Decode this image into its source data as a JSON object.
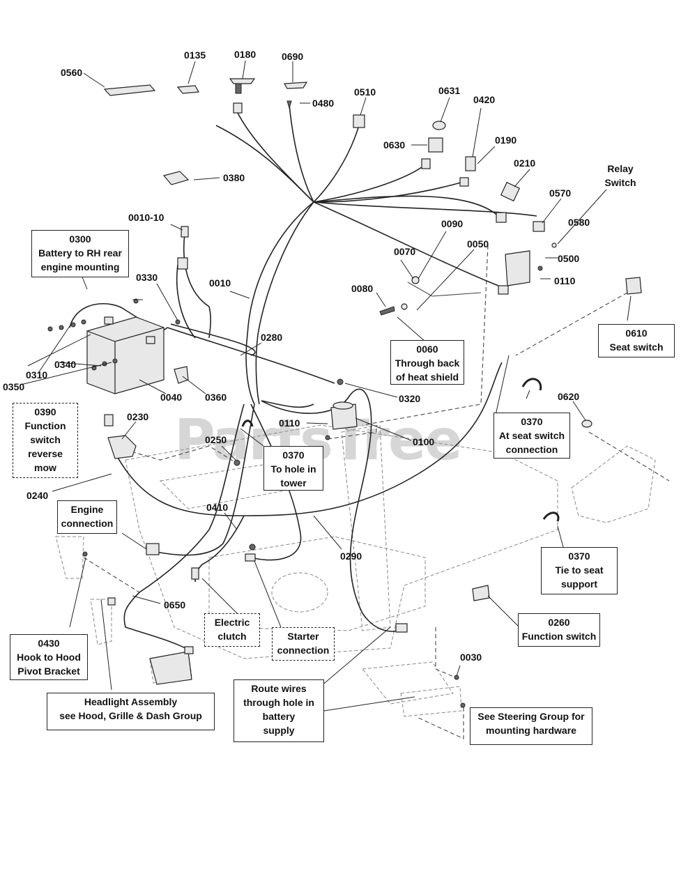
{
  "watermark": "PartsTree",
  "part_labels": [
    {
      "id": "0135",
      "text": "0135"
    },
    {
      "id": "0180",
      "text": "0180"
    },
    {
      "id": "0690",
      "text": "0690"
    },
    {
      "id": "0560",
      "text": "0560"
    },
    {
      "id": "0480",
      "text": "0480"
    },
    {
      "id": "0510",
      "text": "0510"
    },
    {
      "id": "0631",
      "text": "0631"
    },
    {
      "id": "0420",
      "text": "0420"
    },
    {
      "id": "0630",
      "text": "0630"
    },
    {
      "id": "0190",
      "text": "0190"
    },
    {
      "id": "0210",
      "text": "0210"
    },
    {
      "id": "0380",
      "text": "0380"
    },
    {
      "id": "0570",
      "text": "0570"
    },
    {
      "id": "0580",
      "text": "0580"
    },
    {
      "id": "0010-10",
      "text": "0010-10"
    },
    {
      "id": "0090",
      "text": "0090"
    },
    {
      "id": "0050",
      "text": "0050"
    },
    {
      "id": "0500",
      "text": "0500"
    },
    {
      "id": "0070",
      "text": "0070"
    },
    {
      "id": "0110a",
      "text": "0110"
    },
    {
      "id": "0330",
      "text": "0330"
    },
    {
      "id": "0010",
      "text": "0010"
    },
    {
      "id": "0080",
      "text": "0080"
    },
    {
      "id": "0280",
      "text": "0280"
    },
    {
      "id": "0310",
      "text": "0310"
    },
    {
      "id": "0340",
      "text": "0340"
    },
    {
      "id": "0350",
      "text": "0350"
    },
    {
      "id": "0040",
      "text": "0040"
    },
    {
      "id": "0360",
      "text": "0360"
    },
    {
      "id": "0320",
      "text": "0320"
    },
    {
      "id": "0230",
      "text": "0230"
    },
    {
      "id": "0110b",
      "text": "0110"
    },
    {
      "id": "0620",
      "text": "0620"
    },
    {
      "id": "0250",
      "text": "0250"
    },
    {
      "id": "0100",
      "text": "0100"
    },
    {
      "id": "0240",
      "text": "0240"
    },
    {
      "id": "0410",
      "text": "0410"
    },
    {
      "id": "0290",
      "text": "0290"
    },
    {
      "id": "0650",
      "text": "0650"
    },
    {
      "id": "0030",
      "text": "0030"
    }
  ],
  "relay_switch": "Relay\nSwitch",
  "callouts": {
    "battery_rh": "0300\nBattery to RH rear\nengine mounting",
    "heat_shield": "0060\nThrough back\nof heat shield",
    "seat_switch": "0610\nSeat switch",
    "function_reverse": "0390\nFunction\nswitch\nreverse\nmow",
    "at_seat": "0370\nAt seat switch\nconnection",
    "hole_tower": "0370\nTo hole in\ntower",
    "engine_conn": "Engine\nconnection",
    "tie_seat": "0370\nTie to seat\nsupport",
    "function_switch": "0260\nFunction switch",
    "electric_clutch": "Electric\nclutch",
    "starter_conn": "Starter\nconnection",
    "hook_hood": "0430\nHook to Hood\nPivot Bracket",
    "headlight": "Headlight Assembly\nsee Hood, Grille & Dash Group",
    "route_wires": "Route wires\nthrough hole in\nbattery\nsupply",
    "steering": "See Steering Group for\nmounting hardware"
  }
}
